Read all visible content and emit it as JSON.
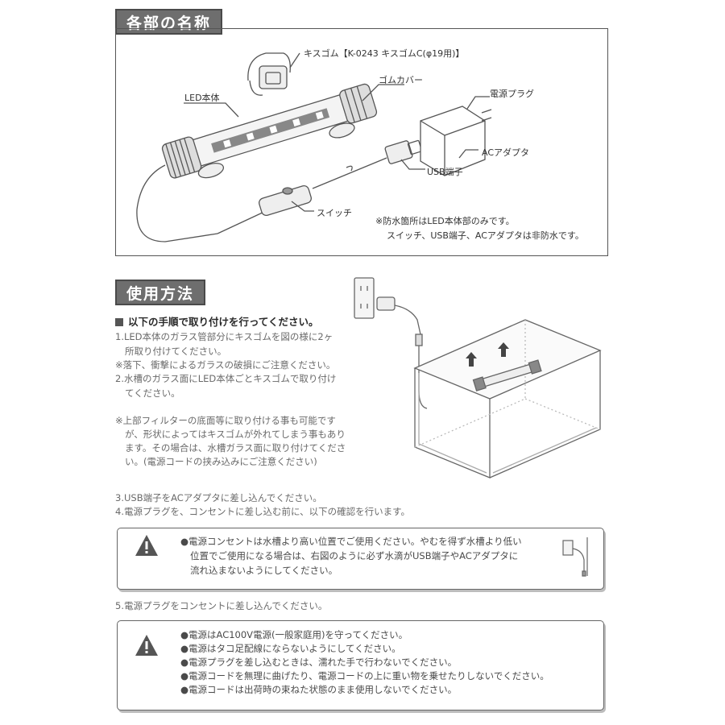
{
  "sections": {
    "parts_title": "各部の名称",
    "usage_title": "使用方法"
  },
  "parts": {
    "kisugomu": "キスゴム【K-0243 キスゴムC(φ19用)】",
    "led_body": "LED本体",
    "rubber_cover": "ゴムカバー",
    "power_plug": "電源プラグ",
    "ac_adapter": "ACアダプタ",
    "usb_terminal": "USB端子",
    "switch": "スイッチ",
    "waterproof_note_1": "※防水箇所はLED本体部のみです。",
    "waterproof_note_2": "スイッチ、USB端子、ACアダプタは非防水です。"
  },
  "instructions": {
    "heading": "以下の手順で取り付けを行ってください。",
    "step1_a": "1.LED本体のガラス管部分にキスゴムを図の様に2ヶ",
    "step1_b": "所取り付けてください。",
    "note1": "※落下、衝撃によるガラスの破損にご注意ください。",
    "step2_a": "2.水槽のガラス面にLED本体ごとキスゴムで取り付け",
    "step2_b": "てください。",
    "note2_a": "※上部フィルターの底面等に取り付ける事も可能です",
    "note2_b": "が、形状によってはキスゴムが外れてしまう事もあり",
    "note2_c": "ます。その場合は、水槽ガラス面に取り付けてくださ",
    "note2_d": "い。(電源コードの挟み込みにご注意ください)",
    "step3": "3.USB端子をACアダプタに差し込んでください。",
    "step4": "4.電源プラグを、コンセントに差し込む前に、以下の確認を行います。",
    "step5": "5.電源プラグをコンセントに差し込んでください。"
  },
  "warning1": {
    "line1": "●電源コンセントは水槽より高い位置でご使用ください。やむを得ず水槽より低い",
    "line2": "位置でご使用になる場合は、右図のように必ず水滴がUSB端子やACアダプタに",
    "line3": "流れ込まないようにしてください。"
  },
  "warning2": {
    "items": [
      "●電源はAC100V電源(一般家庭用)を守ってください。",
      "●電源はタコ足配線にならないようにしてください。",
      "●電源プラグを差し込むときは、濡れた手で行わないでください。",
      "●電源コードを無理に曲げたり、電源コードの上に重い物を乗せたりしないでください。",
      "●電源コードは出荷時の束ねた状態のまま使用しないでください。"
    ]
  },
  "icons": {
    "warning": "warning-triangle-icon"
  },
  "colors": {
    "heading_bg": "#6e6e6e",
    "line": "#555555"
  }
}
